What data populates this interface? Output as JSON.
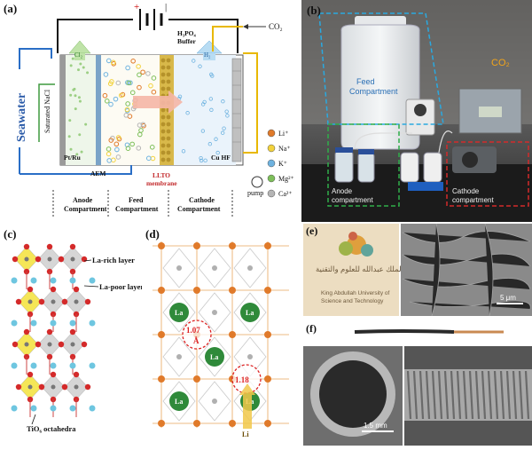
{
  "panel_a": {
    "label": "(a)",
    "seawater": "Seawater",
    "cl2": "Cl₂",
    "h2": "H₂",
    "saturated_nacl": "Saturated NaCl",
    "pt_ru": "Pt/Ru",
    "aem": "AEM",
    "llto_line1": "LLTO",
    "llto_line2": "membrane",
    "buffer_line1": "H₃PO₄",
    "buffer_line2": "Buffer",
    "co2": "CO₂",
    "cu_hf": "Cu HF",
    "pump": "pump",
    "compartments": [
      "Anode Compartment",
      "Feed Compartment",
      "Cathode Compartment"
    ],
    "legend": [
      "Li⁺",
      "Na⁺",
      "K⁺",
      "Mg²⁺",
      "Ca²⁺"
    ],
    "legend_colors": [
      "#e07a2a",
      "#f2d23c",
      "#6fb3e0",
      "#7dbf5a",
      "#b5b5b5"
    ]
  },
  "panel_b": {
    "label": "(b)",
    "feed": "Feed Compartment",
    "co2": "CO₂",
    "anode": "Anode compartment",
    "cathode": "Cathode compartment"
  },
  "panel_c": {
    "label": "(c)",
    "la_rich": "La-rich layer",
    "la_poor": "La-poor layer",
    "tio6": "TiO₆ octahedra"
  },
  "panel_d": {
    "label": "(d)",
    "la": "La",
    "dist1_value": "1.07",
    "dist1_unit": "Å",
    "dist2_value": "1.18",
    "li": "Li"
  },
  "panel_e": {
    "label": "(e)",
    "logo_arabic": "جامعة الملك عبدالله للعلوم والتقنية",
    "logo_en": "King Abdullah University of Science and Technology",
    "scale": "5 μm"
  },
  "panel_f": {
    "label": "(f)",
    "scale": "1.5 mm"
  }
}
